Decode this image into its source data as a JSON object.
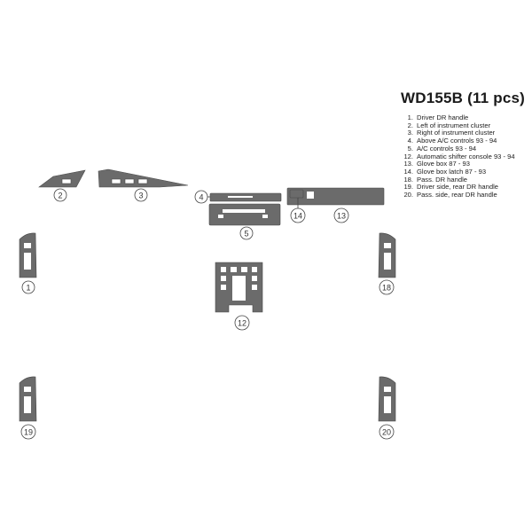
{
  "title": "WD155B (11 pcs)",
  "legend": [
    {
      "num": "1.",
      "text": "Driver DR handle"
    },
    {
      "num": "2.",
      "text": "Left of instrument cluster"
    },
    {
      "num": "3.",
      "text": "Right of instrument cluster"
    },
    {
      "num": "4.",
      "text": "Above A/C controls 93 - 94"
    },
    {
      "num": "5.",
      "text": "A/C controls 93 - 94"
    },
    {
      "num": "12.",
      "text": "Automatic shifter console 93 - 94"
    },
    {
      "num": "13.",
      "text": "Glove box 87 - 93"
    },
    {
      "num": "14.",
      "text": "Glove box latch 87 - 93"
    },
    {
      "num": "18.",
      "text": "Pass. DR handle"
    },
    {
      "num": "19.",
      "text": "Driver side, rear DR handle"
    },
    {
      "num": "20.",
      "text": "Pass. side, rear DR handle"
    }
  ],
  "callouts": {
    "c1": "1",
    "c2": "2",
    "c3": "3",
    "c4": "4",
    "c5": "5",
    "c12": "12",
    "c13": "13",
    "c14": "14",
    "c18": "18",
    "c19": "19",
    "c20": "20"
  },
  "colors": {
    "piece": "#6b6b6b",
    "piece_stroke": "#4a4a4a",
    "cutout": "#ffffff",
    "callout": "#444444"
  }
}
